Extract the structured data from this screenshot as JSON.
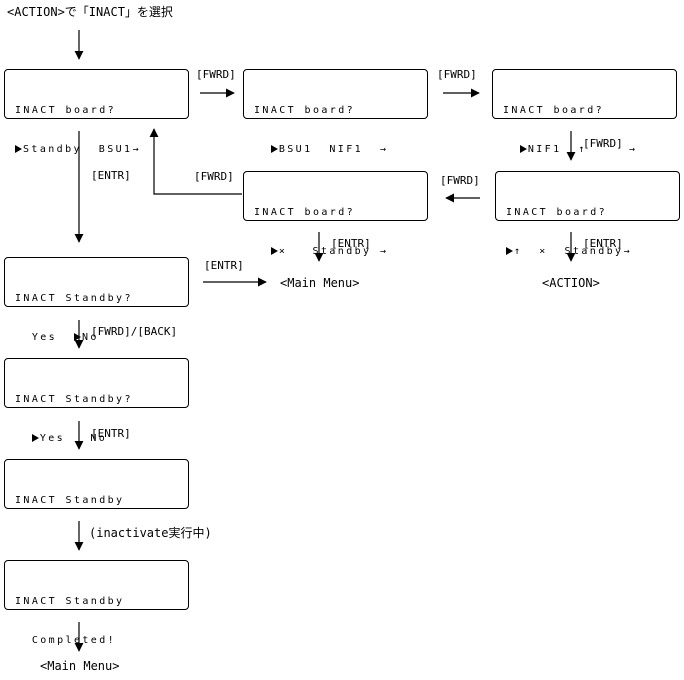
{
  "title": "<ACTION>で「INACT」を選択",
  "screens": [
    {
      "line1": "INACT board?",
      "line2_pre": "",
      "line2": "Standby  BSU1→"
    },
    {
      "line1": "INACT board?",
      "line2_pre": "  ",
      "line2": "BSU1  NIF1  →"
    },
    {
      "line1": "INACT board?",
      "line2_pre": "  ",
      "line2": "NIF1  ↑     →"
    },
    {
      "line1": "INACT board?",
      "line2_pre": "",
      "line2": "↑  ×  Standby→"
    },
    {
      "line1": "INACT board?",
      "line2_pre": "  ",
      "line2": "×   Standby →"
    },
    {
      "line1": "INACT Standby?",
      "line2_pre": "  Yes  ",
      "line2": "No"
    },
    {
      "line1": "INACT Standby?",
      "line2_pre": "  ",
      "line2": "Yes   No"
    },
    {
      "line1": "INACT Standby",
      "line2_pre": "",
      "line2": ""
    },
    {
      "line1": "INACT Standby",
      "line2_pre": "  Completed!",
      "line2": ""
    }
  ],
  "labels": {
    "fwrd": "[FWRD]",
    "entr": "[ENTR]",
    "fwrd_back": "[FWRD]/[BACK]",
    "inactivating": "(inactivate実行中)",
    "main_menu": "<Main Menu>",
    "action": "<ACTION>"
  }
}
